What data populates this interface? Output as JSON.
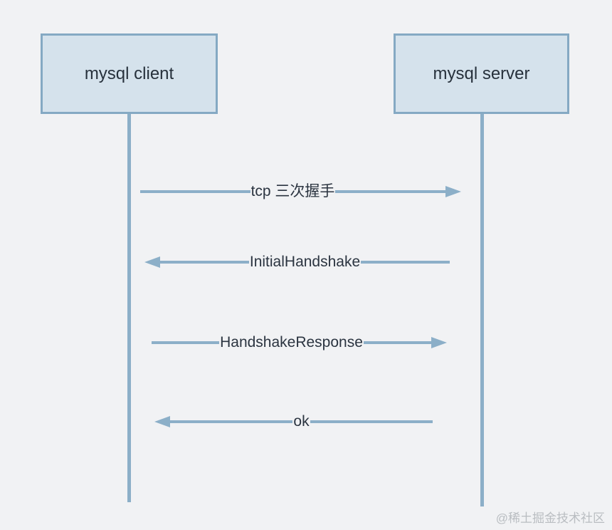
{
  "diagram": {
    "type": "sequence-diagram",
    "actors": [
      {
        "id": "client",
        "label": "mysql client"
      },
      {
        "id": "server",
        "label": "mysql server"
      }
    ],
    "messages": [
      {
        "label": "tcp 三次握手",
        "from": "client",
        "to": "server",
        "direction": "right"
      },
      {
        "label": "InitialHandshake",
        "from": "server",
        "to": "client",
        "direction": "left"
      },
      {
        "label": "HandshakeResponse",
        "from": "client",
        "to": "server",
        "direction": "right"
      },
      {
        "label": "ok",
        "from": "server",
        "to": "client",
        "direction": "left"
      }
    ],
    "colors": {
      "background": "#f1f2f4",
      "box_fill": "#d5e2ec",
      "box_border": "#85a9c3",
      "stroke": "#8cafc8",
      "text": "#2b3440",
      "watermark_text": "#b9bdc1"
    }
  },
  "watermark": {
    "text": "@稀土掘金技术社区"
  }
}
